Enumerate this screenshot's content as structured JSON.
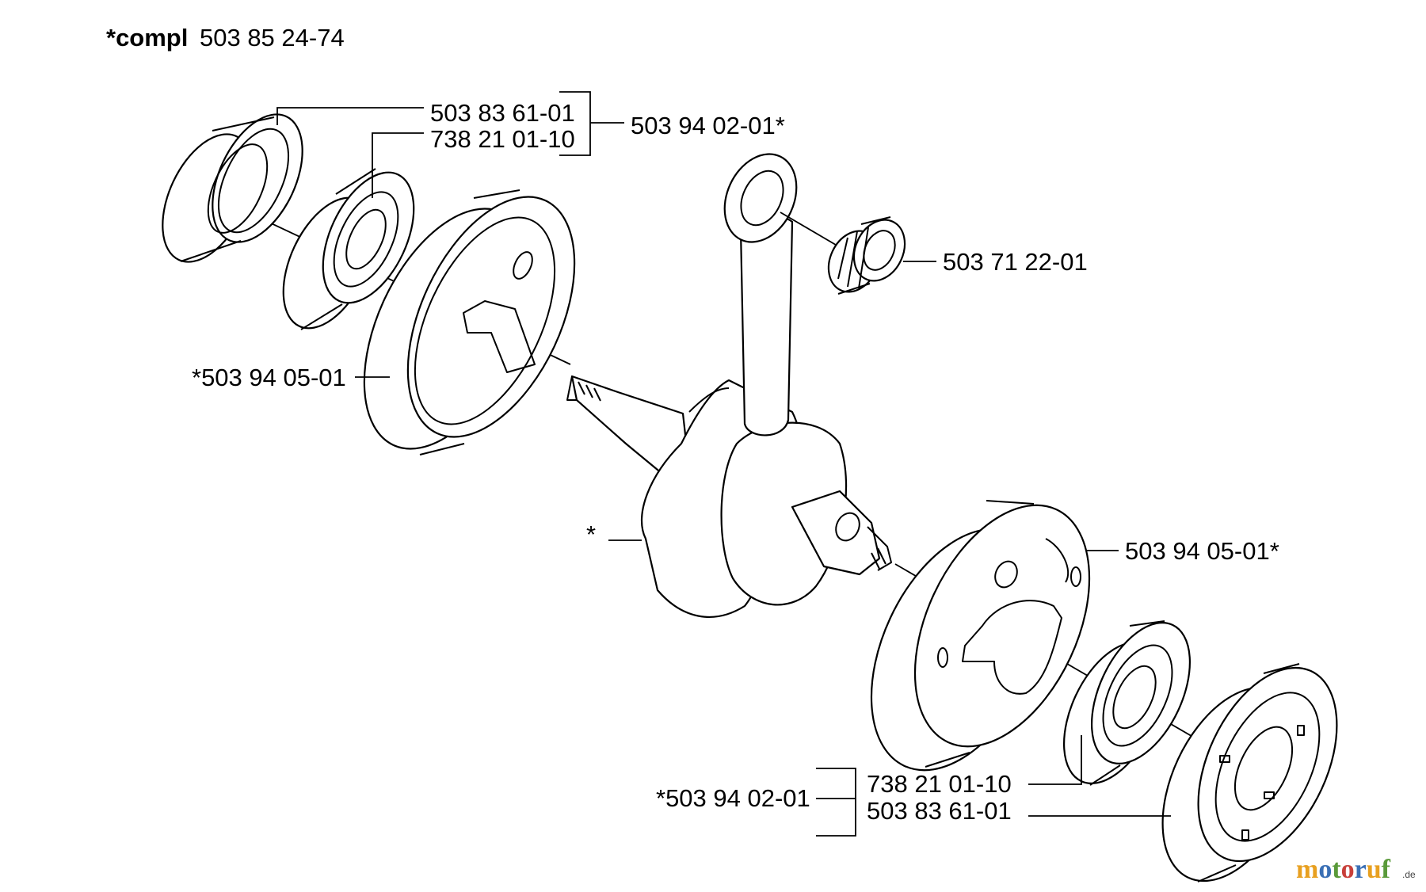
{
  "header": {
    "prefix": "*compl",
    "number": "503 85 24-74"
  },
  "labels": {
    "bearing_top_left": "503 83 61-01",
    "seal_top_left": "738 21 01-10",
    "kit_top": "503 94 02-01*",
    "needle_bearing": "503 71 22-01",
    "half_left": "*503 94 05-01",
    "crankshaft": "*",
    "half_right": "503 94 05-01*",
    "kit_bottom": "*503 94 02-01",
    "seal_bottom_right": "738 21 01-10",
    "bearing_bottom_right": "503 83 61-01"
  },
  "watermark": {
    "name": "motoruf",
    "suffix": ".de"
  }
}
